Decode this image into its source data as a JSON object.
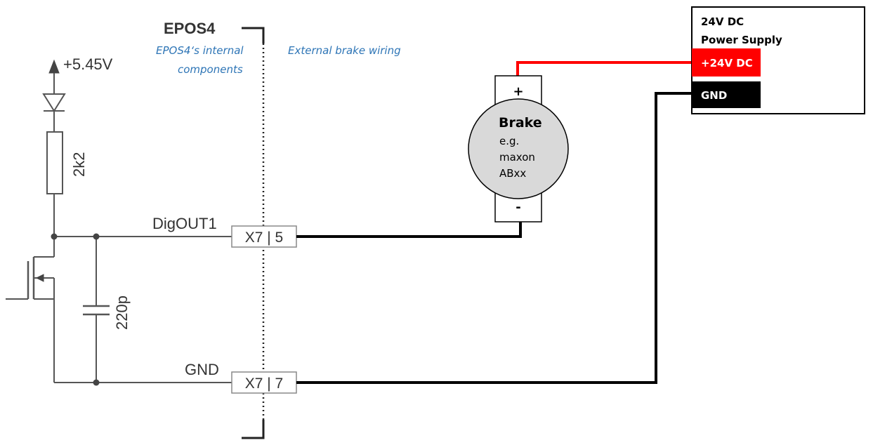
{
  "controller": {
    "title": "EPOS4",
    "internal_label_line1": "EPOS4‘s internal",
    "internal_label_line2": "components",
    "external_label": "External brake wiring"
  },
  "circuit": {
    "supply_voltage": "+5.45V",
    "resistor": "2k2",
    "capacitor": "220p",
    "digout_label": "DigOUT1",
    "gnd_label": "GND"
  },
  "connectors": {
    "pin_digout": "X7 | 5",
    "pin_gnd": "X7 | 7"
  },
  "brake": {
    "name": "Brake",
    "desc_line1": "e.g.",
    "desc_line2": "maxon",
    "desc_line3": "ABxx",
    "plus_terminal": "+",
    "minus_terminal": "-"
  },
  "power_supply": {
    "title_line1": "24V DC",
    "title_line2": "Power Supply",
    "pos_terminal": "+24V DC",
    "neg_terminal": "GND",
    "pos_color": "#ff0000",
    "neg_color": "#000000"
  },
  "wire_colors": {
    "positive": "#ff0000",
    "ground": "#000000",
    "schematic": "#555555"
  }
}
